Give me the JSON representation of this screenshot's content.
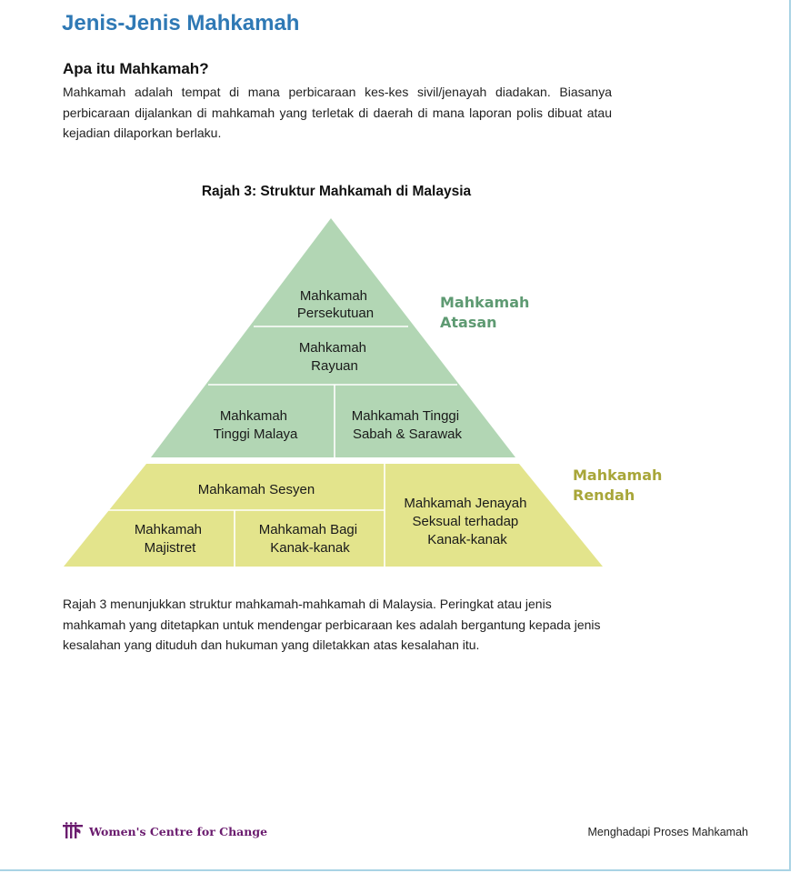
{
  "page": {
    "title": "Jenis-Jenis Mahkamah",
    "section_heading": "Apa itu Mahkamah?",
    "intro_paragraph": "Mahkamah adalah tempat di mana perbicaraan kes-kes sivil/jenayah diadakan. Biasanya perbicaraan dijalankan di mahkamah yang terletak di daerah di mana laporan polis dibuat atau kejadian dilaporkan berlaku.",
    "closing_paragraph": "Rajah 3 menunjukkan struktur mahkamah-mahkamah di Malaysia. Peringkat atau jenis mahkamah yang ditetapkan untuk mendengar perbicaraan kes adalah bergantung kepada jenis kesalahan yang dituduh dan hukuman  yang diletakkan atas kesalahan itu."
  },
  "diagram": {
    "caption": "Rajah 3: Struktur Mahkamah di Malaysia",
    "upper_label": "Mahkamah\nAtasan",
    "lower_label": "Mahkamah\nRendah",
    "colors": {
      "upper_fill": "#b2d6b4",
      "lower_fill": "#e3e48c",
      "upper_label": "#5e9a72",
      "lower_label": "#a8a639",
      "divider": "#ffffff"
    },
    "courts": {
      "federal": [
        "Mahkamah",
        "Persekutuan"
      ],
      "appeal": [
        "Mahkamah",
        "Rayuan"
      ],
      "high_malaya": [
        "Mahkamah",
        "Tinggi Malaya"
      ],
      "high_sabah_sarawak": [
        "Mahkamah Tinggi",
        "Sabah & Sarawak"
      ],
      "sessions": [
        "Mahkamah Sesyen"
      ],
      "magistrate": [
        "Mahkamah",
        "Majistret"
      ],
      "juvenile": [
        "Mahkamah Bagi",
        "Kanak-kanak"
      ],
      "sexual_crimes_children": [
        "Mahkamah Jenayah",
        "Seksual terhadap",
        "Kanak-kanak"
      ]
    }
  },
  "footer": {
    "organisation": "Women's Centre for Change",
    "logo_icon": "wcc-logo-icon",
    "document_title": "Menghadapi Proses Mahkamah"
  }
}
